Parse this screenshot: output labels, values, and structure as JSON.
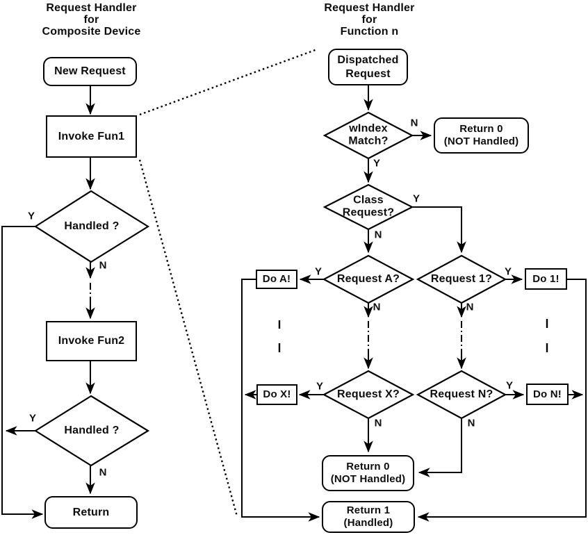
{
  "left": {
    "title": "Request Handler\nfor\nComposite Device",
    "nodes": {
      "new_request": "New Request",
      "invoke_fun1": "Invoke Fun1",
      "handled1": "Handled ?",
      "invoke_fun2": "Invoke Fun2",
      "handled2": "Handled ?",
      "return": "Return"
    },
    "edge_labels": {
      "handled1_y": "Y",
      "handled1_n": "N",
      "handled2_y": "Y",
      "handled2_n": "N"
    }
  },
  "right": {
    "title": "Request Handler\nfor\nFunction n",
    "nodes": {
      "dispatched": "Dispatched\nRequest",
      "windex": "wIndex\nMatch?",
      "return0_top": "Return 0\n(NOT Handled)",
      "class_request": "Class\nRequest?",
      "request_a": "Request A?",
      "request_1": "Request 1?",
      "do_a": "Do A!",
      "do_1": "Do 1!",
      "request_x": "Request X?",
      "request_n": "Request N?",
      "do_x": "Do X!",
      "do_n": "Do N!",
      "return0_bottom": "Return 0\n(NOT Handled)",
      "return1": "Return 1\n(Handled)"
    },
    "edge_labels": {
      "windex_y": "Y",
      "windex_n": "N",
      "class_y": "Y",
      "class_n": "N",
      "request_a_y": "Y",
      "request_a_n": "N",
      "request_1_y": "Y",
      "request_1_n": "N",
      "request_x_y": "Y",
      "request_x_n": "N",
      "request_n_y": "Y",
      "request_n_n": "N"
    }
  },
  "colors": {
    "line": "#000000",
    "background": "#ffffff",
    "text": "#0d0d0d"
  }
}
